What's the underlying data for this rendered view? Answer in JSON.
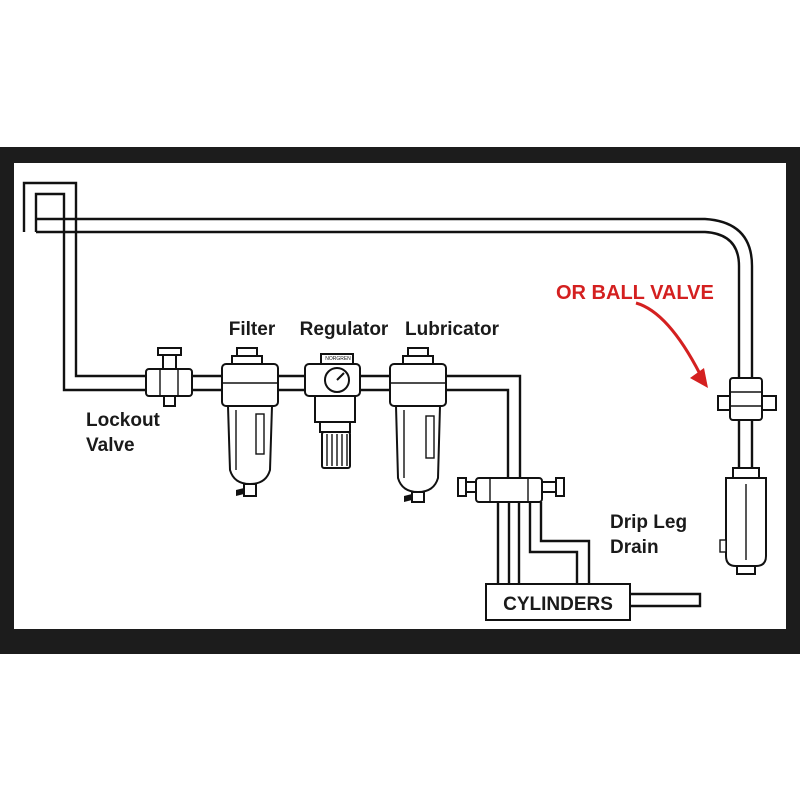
{
  "labels": {
    "filter": "Filter",
    "regulator": "Regulator",
    "lubricator": "Lubricator",
    "lockout_line1": "Lockout",
    "lockout_line2": "Valve",
    "drip_line1": "Drip Leg",
    "drip_line2": "Drain",
    "cylinders": "CYLINDERS",
    "annotation": "OR BALL VALVE",
    "gauge_brand": "NORGREN"
  },
  "colors": {
    "frame": "#1c1c1c",
    "line": "#111111",
    "annotation": "#d42020"
  },
  "icons": {
    "lockout_valve": "lockout-valve-icon",
    "filter": "filter-icon",
    "regulator": "regulator-icon",
    "lubricator": "lubricator-icon",
    "manifold": "manifold-icon",
    "ball_valve": "ball-valve-icon",
    "drip_leg": "drip-leg-drain-icon",
    "arrow": "arrow-icon"
  }
}
